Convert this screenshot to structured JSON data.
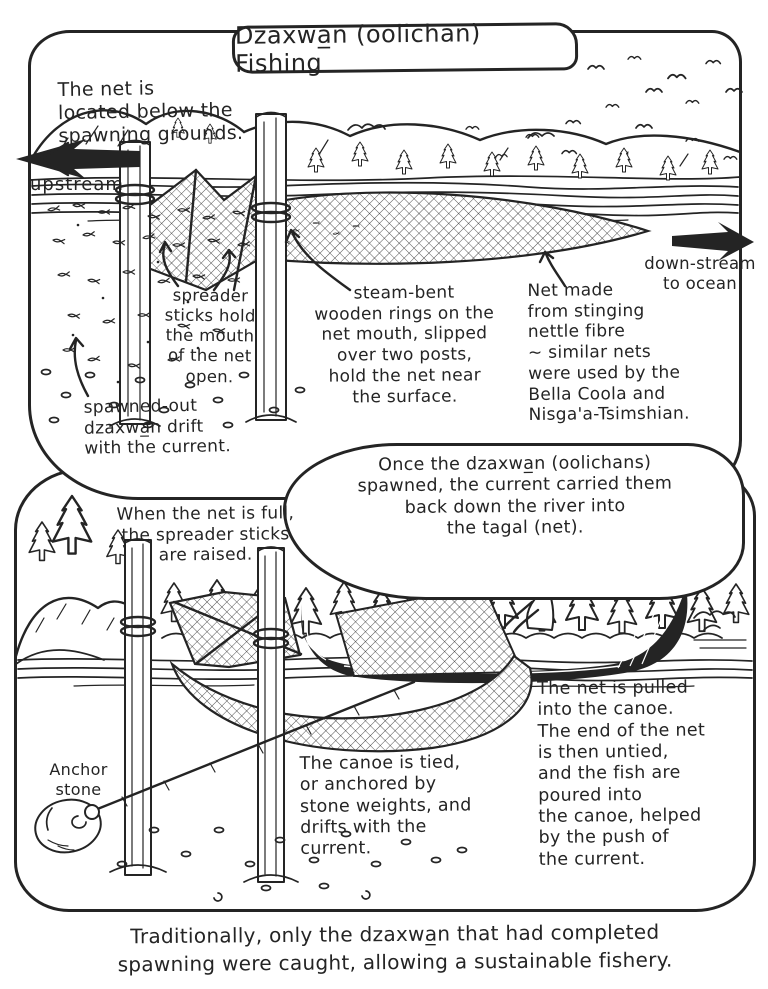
{
  "colors": {
    "ink": "#242424",
    "paper": "#ffffff"
  },
  "title": {
    "text": "Dzaxwa̲n (oolichan) Fishing"
  },
  "panel1": {
    "note_location": "The net is\nlocated below the\nspawning grounds.",
    "label_upstream": "upstream",
    "note_spreader": "spreader\nsticks hold\nthe mouth\nof the net\nopen.",
    "note_rings": "steam-bent\nwooden rings on the\nnet mouth, slipped\nover two posts,\nhold the net near\nthe surface.",
    "note_net_material": "Net made\nfrom stinging\nnettle fibre\n~ similar nets\nwere used by the\nBella Coola and\nNisga'a-Tsimshian.",
    "label_downstream": "down-stream\nto ocean",
    "note_spawned_out": "spawned-out\ndzaxwa̲n drift\nwith the current."
  },
  "bubble": {
    "text": "Once the dzaxwa̲n (oolichans)\nspawned, the current carried them\nback down the river into\nthe tagal (net)."
  },
  "panel2": {
    "note_net_full": "When the net is full,\nthe spreader sticks\nare raised.",
    "label_anchor_stone": "Anchor\nstone",
    "note_canoe": "The canoe is tied,\nor anchored by\nstone weights, and\ndrifts with the\ncurrent.",
    "note_net_pulled": "The net is pulled\ninto the canoe.\nThe end of the net\nis then untied,\nand the fish are\npoured into\nthe canoe, helped\nby the push of\nthe current."
  },
  "footer": {
    "text": "Traditionally, only the dzaxwa̲n that had completed\nspawning were caught, allowing a sustainable fishery."
  }
}
